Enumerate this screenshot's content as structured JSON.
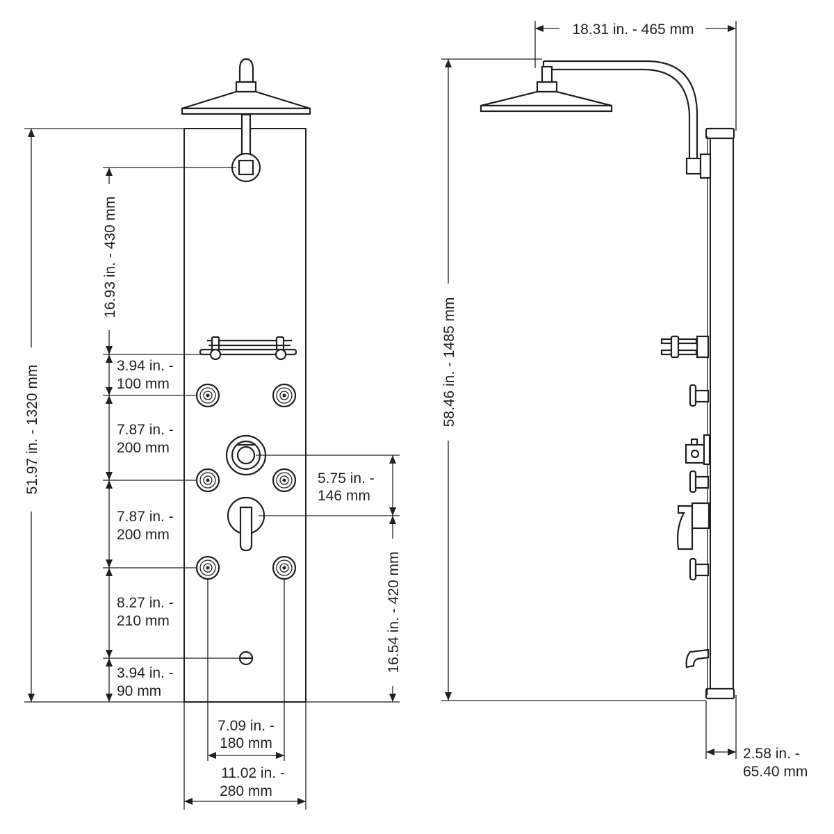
{
  "front_view": {
    "total_height": "51.97 in. - 1320 mm",
    "showerhead_to_shelf": "16.93 in. - 430 mm",
    "shelf_to_upper_jets": {
      "line1": "3.94 in. -",
      "line2": "100 mm"
    },
    "upper_to_middle_jets": {
      "line1": "7.87 in. -",
      "line2": "200 mm"
    },
    "middle_to_lower_jets": {
      "line1": "7.87 in. -",
      "line2": "200 mm"
    },
    "lower_jets_to_spout": {
      "line1": "8.27 in. -",
      "line2": "210 mm"
    },
    "spout_to_bottom": {
      "line1": "3.94 in. -",
      "line2": "90 mm"
    },
    "diverter_to_valve": {
      "line1": "5.75 in. -",
      "line2": "146 mm"
    },
    "valve_to_bottom": "16.54 in. - 420 mm",
    "jet_spacing": {
      "line1": "7.09 in. -",
      "line2": "180 mm"
    },
    "panel_width": {
      "line1": "11.02 in. -",
      "line2": "280 mm"
    }
  },
  "side_view": {
    "arm_reach": "18.31 in. - 465 mm",
    "total_height": "58.46 in. - 1485 mm",
    "panel_depth": {
      "line1": "2.58 in. -",
      "line2": "65.40 mm"
    }
  }
}
